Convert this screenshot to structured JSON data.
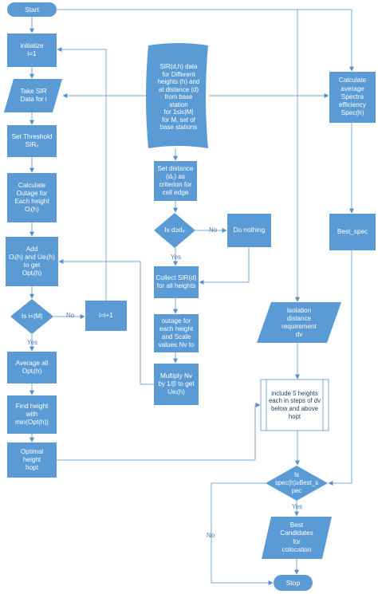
{
  "nodes": {
    "start": "Start",
    "initialize": "initialize\ni=1",
    "take_sir": "Take SIR\nData for i",
    "set_threshold": "Set Threshold\nSIRₒ",
    "calc_outage": "Calculate\nOutage for\nEach height\nOᵢ(h)",
    "add": "Add\nOᵢ(h) and Ueᵢ(h)\nto get\nOptᵢ(h)",
    "decision_i": "Is i=|M|",
    "i_plus": "i=i+1",
    "average": "Average all\nOptᵢ(h)",
    "find_height": "Find height\nwith\nmin(Opt(h))",
    "optimal": "Optimal\nheight\nhopt",
    "sir_data": "SIR(d,h) data\nfor Different\nheights (h) and\nat distance (d)\nfrom base\nstation\nfor 1≤i≤|M|\nfor M, set of\nbase stations",
    "set_distance": "Set distance\n(dₑ) as\ncriterion for\ncell edge",
    "decision_d": "Is d≥dₑ",
    "do_nothing": "Do nothing",
    "collect": "Collect SIR(d)\nfor all heights",
    "outage_each": "outage for\neach height\nand Scale\nvalues Nv to",
    "multiply": "Multiply Nv\nby 1/β to get\nUeᵢ(h)",
    "isolation": "Isolation\ndistance\nrequirement\ndv",
    "include": "include 5 heights\neach in steps of dv\nbelow and above\nhopt",
    "calc_spec": "Calculate\naverage\nSpectra\nefficiency\nSpec(h)",
    "best_spec": "Best_spec",
    "decision_spec": "Is\nspec(h)≥Best_s\npec",
    "best_candidates": "Best\nCandidates\nfor\ncolocation",
    "stop": "Stop"
  },
  "edge_labels": {
    "no_i": "No",
    "yes_i": "Yes",
    "no_d": "No",
    "yes_d": "Yes",
    "yes_spec": "Yes",
    "no_spec": "No"
  },
  "colors": {
    "fill": "#5b9bd5",
    "line": "#7ba7d6",
    "arrow": "#5b8fc9",
    "label": "#4a7ebb"
  }
}
